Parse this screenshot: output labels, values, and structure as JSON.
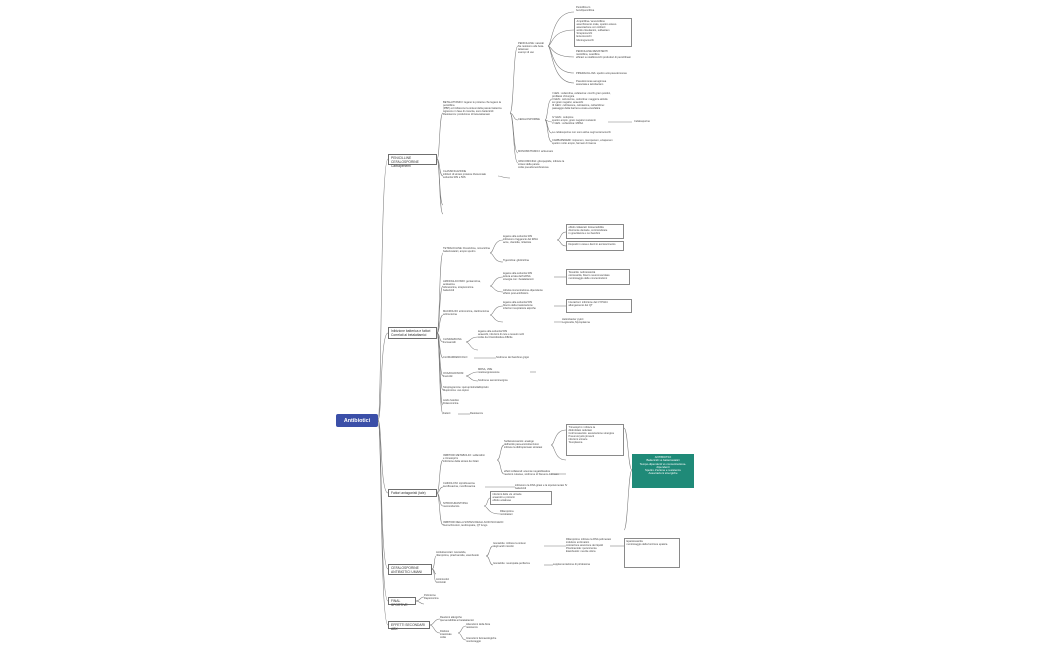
{
  "root": "Antibiotici",
  "branches": [
    {
      "label": "PENICILLINE CEFALOSPORINE\nCarbapenemi"
    },
    {
      "label": "Inibizione batterica e fattori\nCorrelati ai betalattamici"
    },
    {
      "label": "Fattori antagonisti (tale)"
    },
    {
      "label": "CEFALOSPORINE\nANTIBIOTICI UMANI"
    },
    {
      "label": "FINAL SPORTIVE"
    },
    {
      "label": "EFFETTI SECONDARI ABX"
    }
  ],
  "details": {
    "b1_main": "BETALATTAMICI: legano le proteine che legano la penicillina\n(PBP) ed inibiscono la sintesi della parete batterica\nAgiscono in fase di crescita, sono battericidi\nResistenza: produzione di beta-lattamasi",
    "b1_pen": "PENICILLINE: naturali\nNe resistono alle beta-lattamasi\nesempi di uso",
    "b1_list_a": "Penicillina G\nbenzilpenicillina",
    "b1_list_b": "Ampicillina / amoxicillina:\nassorbimento orale, spettro esteso\nassociazione con inibitori\nacido clavulanico, sulbactam\nStreptococchi\nEnterococchi\nMeningococchi",
    "b1_list_c": "PENICILLINE RESISTENTI\nmeticillina, oxacillina\nefficaci su stafilococchi produttori di penicillinasi",
    "b1_pip": "PIPERACILLINA: spettro anti-pseudomonas",
    "b1_pip2": "Pseudomonas aeruginosa\nassociata a tazobactam",
    "b1_ceph": "CEFALOSPORINE",
    "b1_ceph_a": "I GEN.: cefazolina, cefalexina: cocchi gram positivi,\nprofilassi chirurgica\nII GEN.: cefuroxime, cefoxitina: maggiore attività\nsui gram negativi, anaerobi\nIII GEN.: ceftriaxone, cefotaxime, ceftazidime:\npassaggio della barriera emato-encefalica",
    "b1_ceph_b": "IV GEN.: cefepime\nspettro ampio, gram negativi resistenti\nV GEN.: ceftarolina: MRSA",
    "b1_ceph_right": "Cefalosporine",
    "b1_ceph_c": "Le cefalosporine non sono attive sugli enterococchi",
    "b1_ceph_d": "CARBAPENEMI: imipenem, meropenem, ertapenem\nspettro molto ampio, farmaci di riserva",
    "b1_mono": "MONOBATTAMICI: aztreonam",
    "b1_vanc": "VANCOMICINA: glicopeptide, inibisce la\nsintesi della parete\ncolite pseudomembranosa",
    "b1_lower": "CLASSIFICAZIONE\ninibitori di sintesi proteica ribosomiale\nsubunità 30S e 50S",
    "b2_tetra": "TETRACICLINE: Doxiciclina, minociclina\nbatteriostatici, ampio spettro",
    "b2_tetra_a": "legame alla subunità 30S\ninibiscono l'aggancio del tRNA\nacne, clamidia, rickettsie",
    "b2_tetra_b": "effetti collaterali: fotosensibilità\ndiscromie dentarie, controindicate\nin gravidanza e nei bambini",
    "b2_tetra_c": "Depositi in ossa e denti in accrescimento",
    "b2_tetra_d": "Tigeciclina: glicilciclina",
    "b2_amino": "AMINOGLICOSIDI: gentamicina, amikacina\ntobramicina, streptomicina\nbattericidi",
    "b2_amino_a": "legame alla subunità 30S\nlettura errata dell'mRNA\nsinergia con i betalattamici",
    "b2_amino_b": "Tossicità: nefrotossicità\nototossicità, blocco neuromuscolare\nmonitoraggio delle concentrazioni",
    "b2_amino_c": "Attività concentrazione-dipendente\neffetto post-antibiotico",
    "b2_macro": "MACROLIDI: eritromicina, claritromicina\nazitromicina",
    "b2_macro_a": "legame alla subunità 50S\nblocco della traslocazione\ninfezioni respiratorie atipiche",
    "b2_macro_b": "Interazioni: inibizione del CYP3A4\nallungamento del QT",
    "b2_macro_c": "Helicobacter pylori\nLegionella, Mycoplasma",
    "b2_clinda": "CLINDAMICINA\nlincosamidi",
    "b2_clinda_a": "legame alla subunità 50S\nanaerobi, infezioni di cute e tessuti molli\ncolite da Clostridioides difficile",
    "b2_chlor": "CLORAMFENICOLO",
    "b2_chlor_a": "Sindrome del bambino grigio",
    "b2_oxaz": "OXAZOLIDINONI\nlinezolid",
    "b2_oxaz_a": "MRSA, VRE\nmielosoppressione",
    "b2_oxaz_b": "Sindrome serotoninergica",
    "b2_misc": "Streptogramine: quinupristin/dalfopristin\nMupirocina: uso topico",
    "b2_misc_b": "Acido fusidico\nFidaxomicina",
    "b2_misc_c": "Fattori",
    "b2_misc_d": "Resistenza",
    "b3_main": "INIBITORI METABOLICI: sulfamidici\ne trimetoprim\ninibizione della sintesi dei folati",
    "b3_a": "Sulfametoxazolo: analogo\ndell'acido para-aminobenzoico\ninibisce la diidropteroato sintetasi",
    "b3_a_list": "Trimetoprim: inibisce la\ndiidrofolato reduttasi\nCotrimossazolo: associazione sinergica\nPneumocystis jirovecii\ninfezioni urinarie\nToxoplasma",
    "b3_b": "effetti collaterali: anemia megaloblastica\nreazioni cutanee, sindrome di Stevens-Johnson",
    "b3_quin": "CHINOLONI: ciprofloxacina\nlevofloxacina, moxifloxacina",
    "b3_quin_a": "inibiscono la DNA girasi e la topoisomerasi IV\nbattericidi",
    "b3_nitro": "NITROFURANTOINA\nmetronidazolo",
    "b3_nitro_a": "infezioni delle vie urinarie\nanaerobi e protozoi\neffetto antabuse",
    "b3_nitro_b": "Rifampicina\nmicobatteri",
    "b3_quin_b": "INIBITORI DELLA SINTESI DEGLI ACIDI NUCLEICI\nfluorochinoloni, tendinopatie, QT lungo",
    "note": "ANTIBIOTICI\nBattericidi vs batteriostatici\nTempo-dipendenti vs concentrazione-dipendenti\nSpettro d'azione e resistenze\nAssociazioni sinergiche",
    "b4_main": "Antitubercolari: isoniazide,\nrifampicina, pirazinamide, etambutolo",
    "b4_a": "Isoniazide: inibisce la sintesi\ndegli acidi micolici",
    "b4_a_list": "Rifampicina: inibisce la RNA polimerasi\ninduttore enzimatico\ncolorazione arancione dei liquidi\nPirazinamide: iperuricemia\nEtambutolo: neurite ottica",
    "b4_b": "Isoniazide: neuropatia periferica",
    "b4_c": "supplementazione di piridossina",
    "b4_d": "Antimicotici\nAntivirali",
    "b4_right": "Epatotossicità\nmonitoraggio della funzione epatica",
    "b5_main": "Polimixine\nDaptomicina",
    "b6_main": "Reazioni allergiche\nIpersensibilità ai betalattamici",
    "b6_a": "Disbiosi intestinale\ncolite",
    "b6_b": "Alterazioni della flora\nresistenze",
    "b6_c": "Interazioni farmacologiche\nmonitoraggio"
  }
}
